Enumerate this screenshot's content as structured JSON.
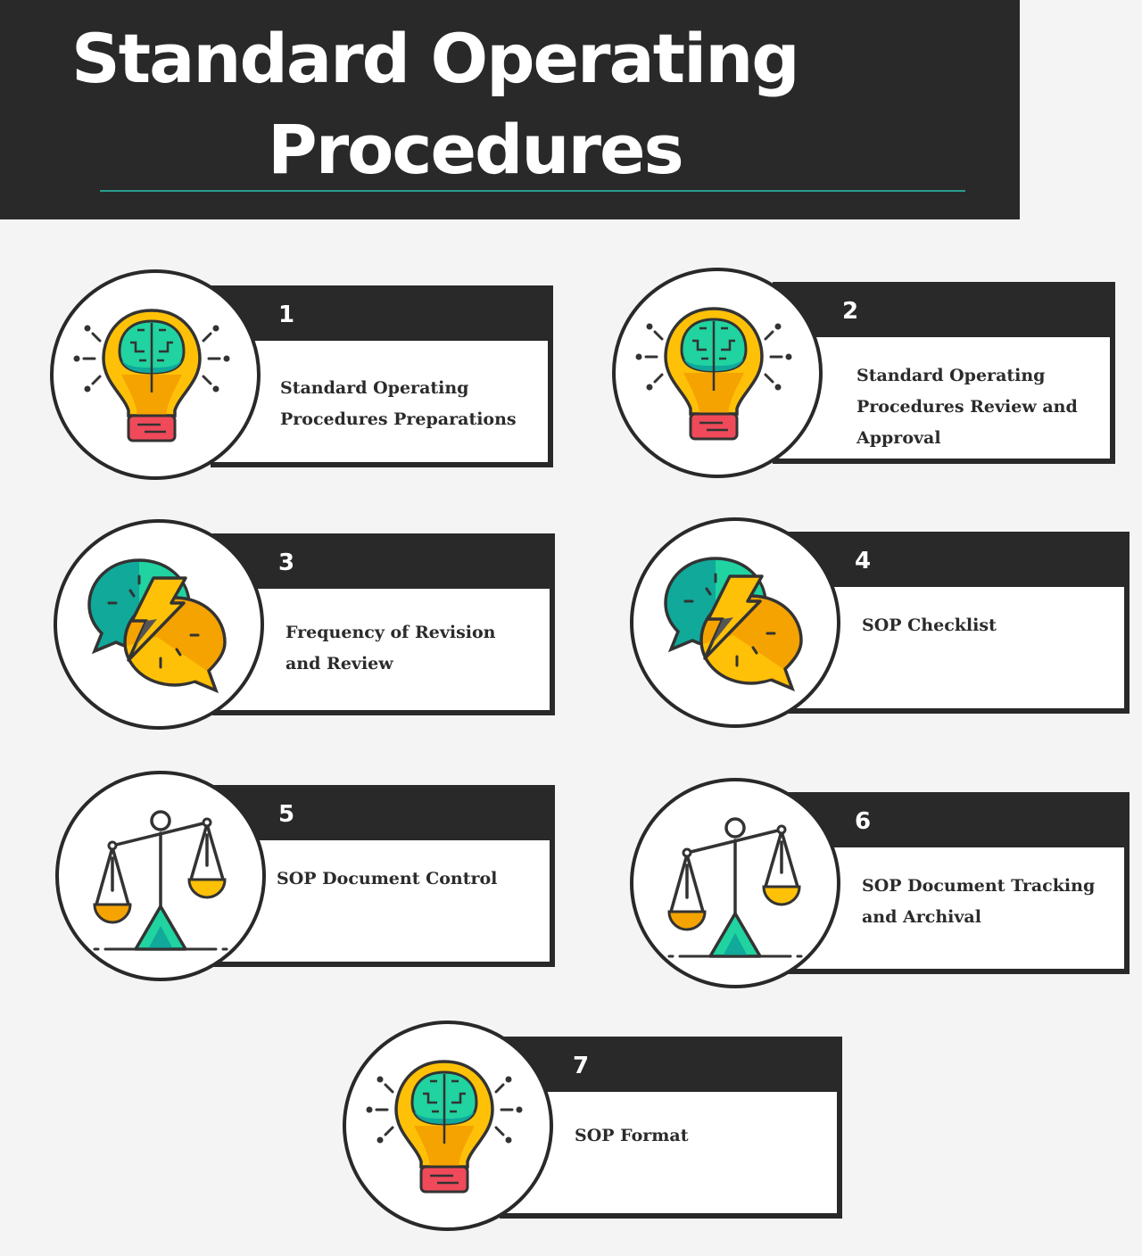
{
  "header": {
    "title_line1": "Standard Operating",
    "title_line2": "Procedures"
  },
  "colors": {
    "header_bg": "#292929",
    "accent_rule": "#2a9d8f",
    "page_bg": "#f4f4f4",
    "bulb_yellow": "#ffc107",
    "bulb_orange": "#f5a300",
    "brain_teal": "#20d3a0",
    "brain_dark": "#10a99a",
    "base_red": "#f04a5a"
  },
  "cards": [
    {
      "number": "1",
      "label": "Standard Operating Procedures Preparations",
      "icon": "lightbulb-brain-icon"
    },
    {
      "number": "2",
      "label": "Standard Operating Procedures Review and Approval",
      "icon": "lightbulb-brain-icon"
    },
    {
      "number": "3",
      "label": "Frequency of Revision and Review",
      "icon": "chat-lightning-icon"
    },
    {
      "number": "4",
      "label": "SOP Checklist",
      "icon": "chat-lightning-icon"
    },
    {
      "number": "5",
      "label": "SOP Document Control",
      "icon": "balance-scale-icon"
    },
    {
      "number": "6",
      "label": "SOP Document Tracking and Archival",
      "icon": "balance-scale-icon"
    },
    {
      "number": "7",
      "label": "SOP Format",
      "icon": "lightbulb-brain-icon"
    }
  ]
}
